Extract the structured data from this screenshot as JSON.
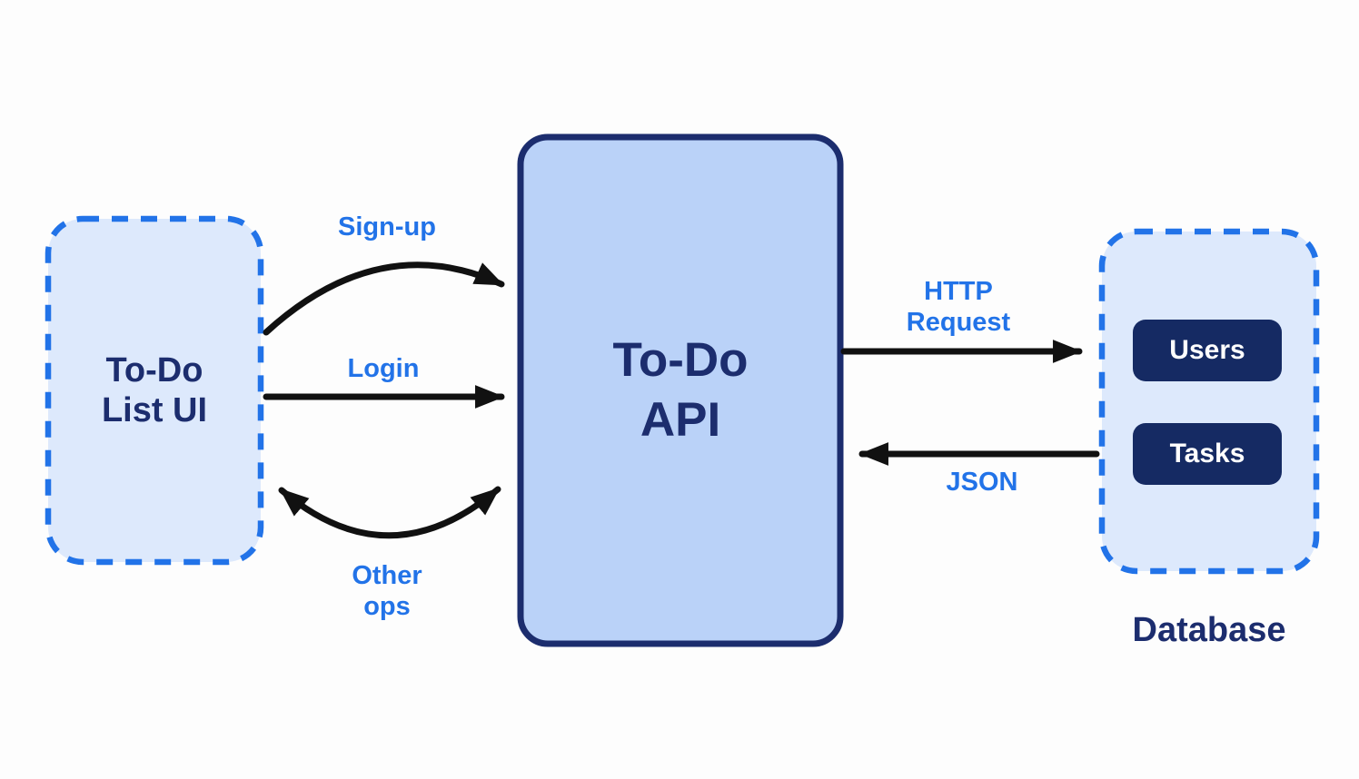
{
  "title": "To-Do app architecture diagram",
  "colors": {
    "accent_blue": "#2273e8",
    "navy_text": "#1c2d6e",
    "dashed_box_fill": "#dde9fc",
    "api_box_fill": "#bad2f8",
    "table_pill_fill": "#152a63",
    "table_pill_text": "#ffffff",
    "arrow_black": "#111111",
    "background": "#fdfdfd"
  },
  "nodes": {
    "todo_ui": {
      "label_line1": "To-Do",
      "label_line2": "List UI"
    },
    "api": {
      "label_line1": "To-Do",
      "label_line2": "API"
    },
    "database": {
      "label": "Database",
      "tables": [
        {
          "label": "Users"
        },
        {
          "label": "Tasks"
        }
      ]
    }
  },
  "edges": {
    "signup": {
      "label": "Sign-up",
      "from": "todo_ui",
      "to": "api",
      "style": "curved"
    },
    "login": {
      "label": "Login",
      "from": "todo_ui",
      "to": "api",
      "style": "straight"
    },
    "other_ops": {
      "label_line1": "Other",
      "label_line2": "ops",
      "from": "todo_ui",
      "to": "api",
      "style": "curved-bidirectional"
    },
    "http_request": {
      "label_line1": "HTTP",
      "label_line2": "Request",
      "from": "api",
      "to": "database",
      "style": "straight"
    },
    "json": {
      "label": "JSON",
      "from": "database",
      "to": "api",
      "style": "straight"
    }
  }
}
